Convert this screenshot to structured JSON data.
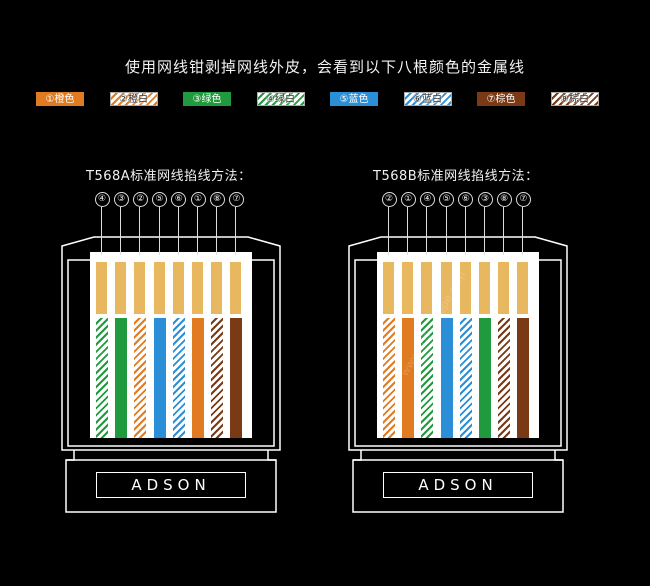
{
  "title": "使用网线钳剥掉网线外皮，会看到以下八根颜色的金属线",
  "colors": {
    "orange": "#e07b22",
    "green": "#1f9a3c",
    "blue": "#2a8fd6",
    "brown": "#7a3a16",
    "gold": "#e8b860",
    "white": "#ffffff"
  },
  "legend": [
    {
      "label": "①橙色",
      "color": "orange",
      "striped": false
    },
    {
      "label": "②橙白",
      "color": "orange",
      "striped": true
    },
    {
      "label": "③绿色",
      "color": "green",
      "striped": false
    },
    {
      "label": "④绿白",
      "color": "green",
      "striped": true
    },
    {
      "label": "⑤蓝色",
      "color": "blue",
      "striped": false
    },
    {
      "label": "⑥蓝白",
      "color": "blue",
      "striped": true
    },
    {
      "label": "⑦棕色",
      "color": "brown",
      "striped": false
    },
    {
      "label": "⑧棕白",
      "color": "brown",
      "striped": true
    }
  ],
  "plugs": [
    {
      "title": "T568A标准网线掐线方法：",
      "pins": [
        "④",
        "③",
        "②",
        "⑤",
        "⑥",
        "①",
        "⑧",
        "⑦"
      ],
      "wires": [
        {
          "color": "green",
          "striped": true
        },
        {
          "color": "green",
          "striped": false
        },
        {
          "color": "orange",
          "striped": true
        },
        {
          "color": "blue",
          "striped": false
        },
        {
          "color": "blue",
          "striped": true
        },
        {
          "color": "orange",
          "striped": false
        },
        {
          "color": "brown",
          "striped": true
        },
        {
          "color": "brown",
          "striped": false
        }
      ],
      "brand": "ADSON"
    },
    {
      "title": "T568B标准网线掐线方法：",
      "pins": [
        "②",
        "①",
        "④",
        "⑤",
        "⑥",
        "③",
        "⑧",
        "⑦"
      ],
      "wires": [
        {
          "color": "orange",
          "striped": true
        },
        {
          "color": "orange",
          "striped": false
        },
        {
          "color": "green",
          "striped": true
        },
        {
          "color": "blue",
          "striped": false
        },
        {
          "color": "blue",
          "striped": true
        },
        {
          "color": "green",
          "striped": false
        },
        {
          "color": "brown",
          "striped": true
        },
        {
          "color": "brown",
          "striped": false
        }
      ],
      "brand": "ADSON"
    }
  ],
  "watermarks": [
    "www.adsonlsope.com"
  ]
}
